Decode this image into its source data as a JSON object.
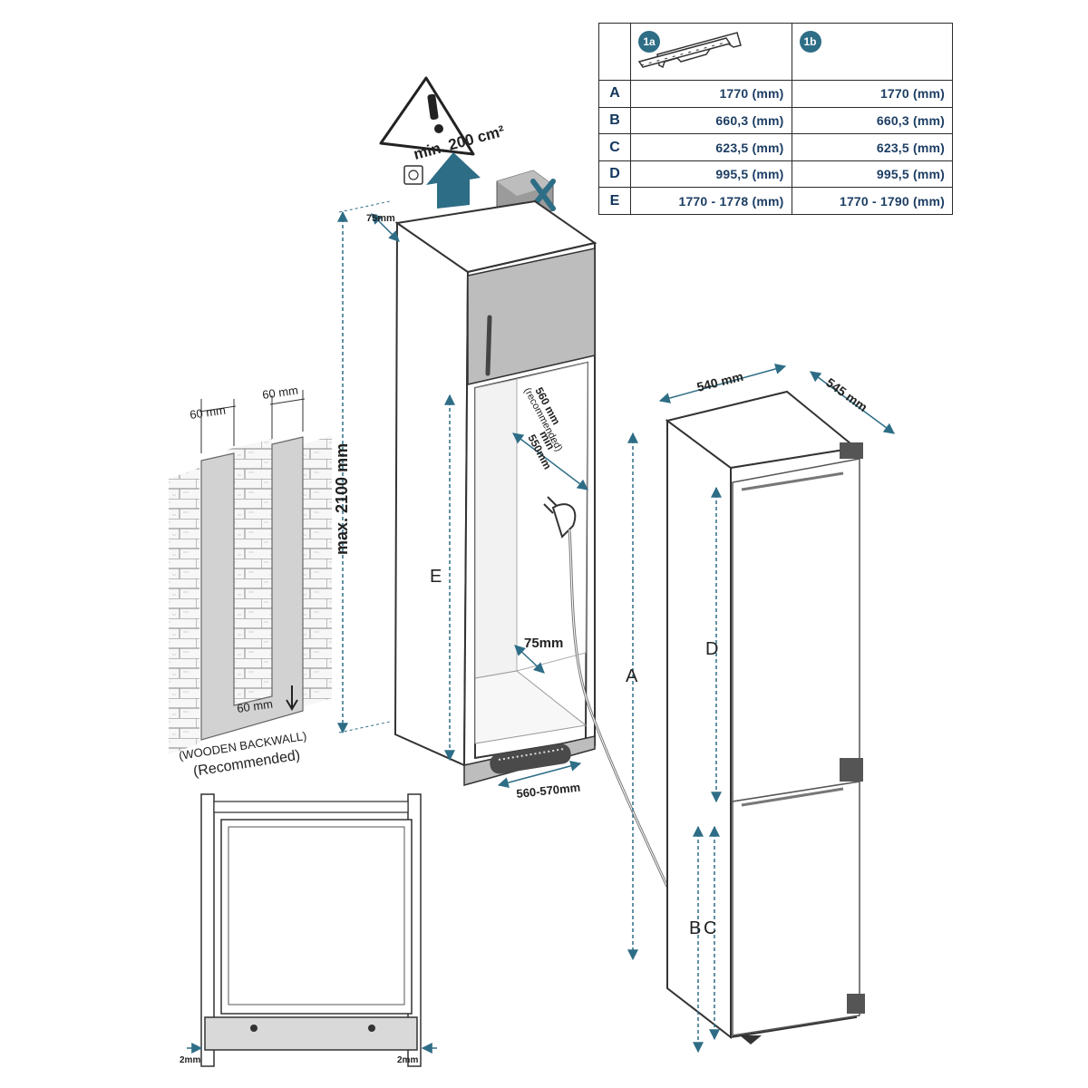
{
  "colors": {
    "dimension": "#2e6d86",
    "line": "#333333",
    "panel": "#d9d9d9",
    "table_text": "#1d3e64",
    "badge": "#2e6d86"
  },
  "table": {
    "columns": [
      "1a",
      "1b"
    ],
    "rows": [
      {
        "label": "A",
        "v1a": "1770 (mm)",
        "v1b": "1770 (mm)"
      },
      {
        "label": "B",
        "v1a": "660,3 (mm)",
        "v1b": "660,3 (mm)"
      },
      {
        "label": "C",
        "v1a": "623,5 (mm)",
        "v1b": "623,5 (mm)"
      },
      {
        "label": "D",
        "v1a": "995,5 (mm)",
        "v1b": "995,5 (mm)"
      },
      {
        "label": "E",
        "v1a": "1770 - 1778 (mm)",
        "v1b": "1770 - 1790 (mm)"
      }
    ]
  },
  "ventilation": {
    "min_area": "min. 200 cm²",
    "icons": [
      "warning-icon",
      "up-arrow-icon",
      "blocked-vent-icon",
      "socket-icon"
    ]
  },
  "backwall": {
    "left_width": "60 mm",
    "right_width": "60 mm",
    "bottom_width": "60 mm",
    "caption_line1": "(WOODEN BACKWALL)",
    "caption_line2": "(Recommended)"
  },
  "cabinet": {
    "top_gap": "75mm",
    "max_height": "max. 2100 mm",
    "depth_recommended": "560 mm",
    "depth_recommended_note": "(recommended)",
    "depth_min_line1": "min",
    "depth_min_line2": "550mm",
    "rear_gap": "75mm",
    "label_e": "E",
    "width_range": "560-570mm"
  },
  "appliance": {
    "width": "540 mm",
    "depth": "545 mm",
    "label_a": "A",
    "label_d": "D",
    "label_b": "B",
    "label_c": "C"
  },
  "frame": {
    "left_gap": "2mm",
    "right_gap": "2mm"
  }
}
